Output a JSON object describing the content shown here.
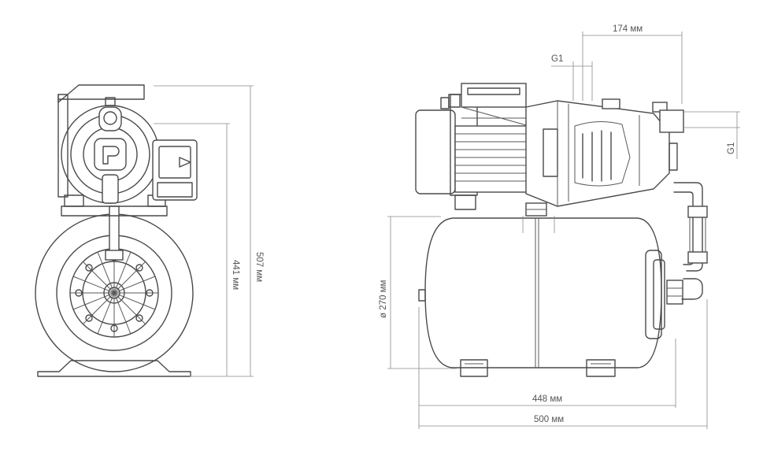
{
  "dimensions": {
    "front_width_174": "174 мм",
    "inlet_thread_top": "G1",
    "outlet_thread_right": "G1",
    "height_441": "441 мм",
    "height_507": "507 мм",
    "tank_diameter": "ø 270 мм",
    "tank_length_448": "448 мм",
    "overall_length_500": "500 мм"
  },
  "colors": {
    "line": "#4a4a4a",
    "dimension_line": "#8a8a8a",
    "text": "#555555",
    "background": "#ffffff"
  }
}
